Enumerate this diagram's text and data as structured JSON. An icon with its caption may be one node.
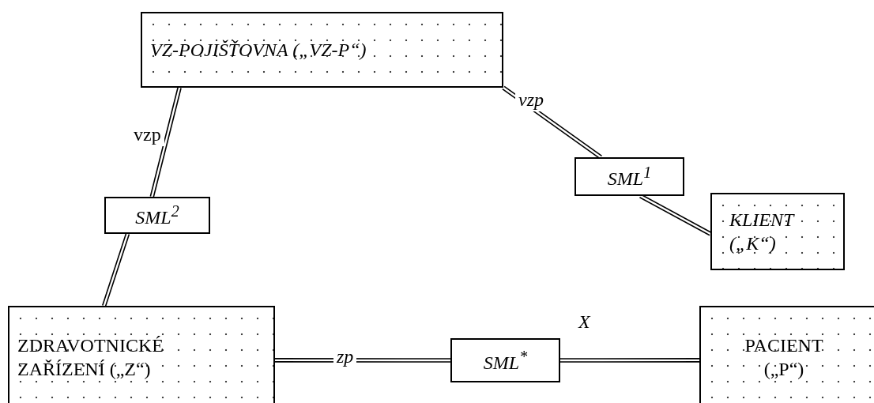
{
  "diagram": {
    "nodes": [
      {
        "text": [
          "VZ-POJIŠŤOVNA („VZ-P“)"
        ]
      },
      {
        "text": [
          "SML$^{1}$"
        ]
      },
      {
        "text": [
          "KLIENT („K“)"
        ]
      },
      {
        "text": [
          "SML$^{2}$"
        ]
      },
      {
        "text": [
          "ZDRAVOTNICKÉ ZAŘÍZENÍ („Z“)"
        ]
      },
      {
        "text": [
          "SML$^{*}$"
        ]
      },
      {
        "text": [
          "PACIENT („P“)"
        ]
      }
    ],
    "edges": [
      {
        "from": 0,
        "to": 1,
        "arrow": "none",
        "label": "vzp"
      },
      {
        "from": 1,
        "to": 2,
        "arrow": "none"
      },
      {
        "from": 0,
        "to": 3,
        "arrow": "none",
        "label": "vzp"
      },
      {
        "from": 3,
        "to": 4,
        "arrow": "none"
      },
      {
        "from": 4,
        "to": 5,
        "arrow": "none",
        "label": "zp"
      },
      {
        "from": 5,
        "to": 6,
        "arrow": "none",
        "label": "X"
      }
    ]
  }
}
